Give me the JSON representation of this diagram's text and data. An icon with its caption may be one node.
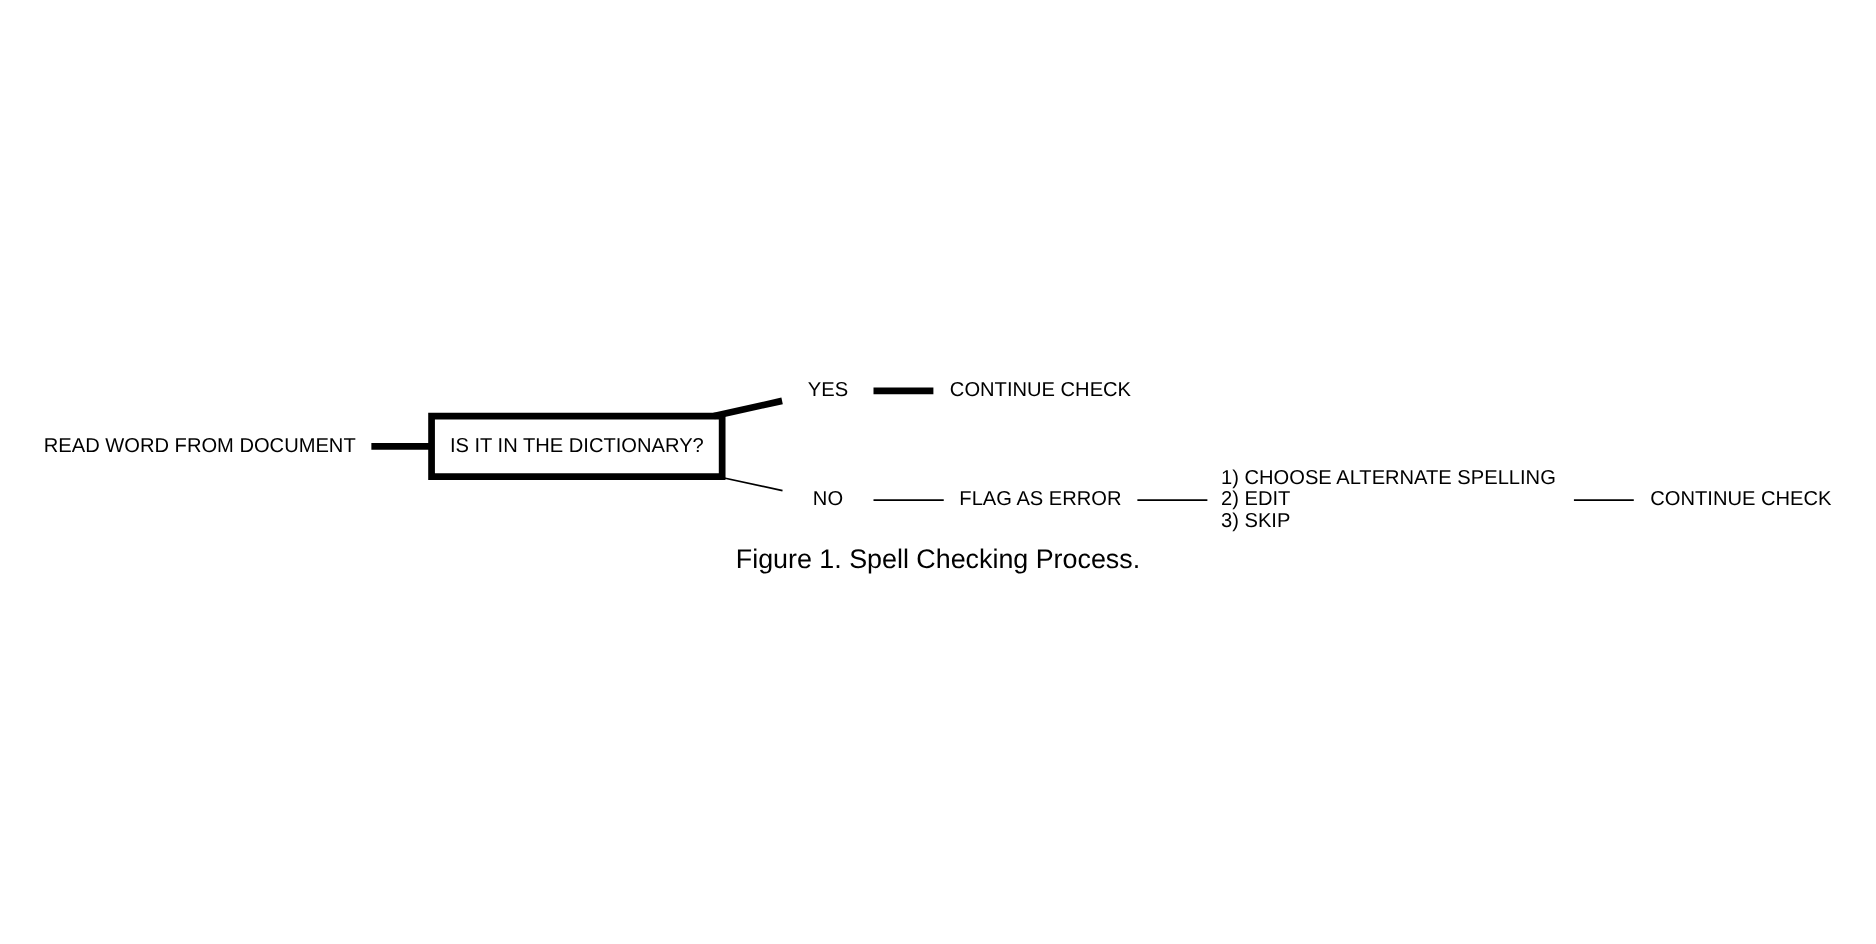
{
  "diagram": {
    "caption": "Figure 1. Spell Checking Process.",
    "nodes": [
      {
        "text": [
          "READ WORD FROM DOCUMENT"
        ]
      },
      {
        "text": [
          "IS IT IN THE DICTIONARY?"
        ]
      },
      {
        "text": [
          "YES"
        ]
      },
      {
        "text": [
          "CONTINUE CHECK"
        ]
      },
      {
        "text": [
          "NO"
        ]
      },
      {
        "text": [
          "FLAG AS ERROR"
        ]
      },
      {
        "text": [
          "1) CHOOSE ALTERNATE SPELLING",
          "2) EDIT",
          "3) SKIP"
        ]
      },
      {
        "text": [
          "CONTINUE CHECK"
        ]
      }
    ],
    "edges": [
      {
        "from": 0,
        "to": 1,
        "arrow": "none",
        "style": "thick"
      },
      {
        "from": 1,
        "to": 2,
        "arrow": "none",
        "style": "thick"
      },
      {
        "from": 2,
        "to": 3,
        "arrow": "none",
        "style": "thick"
      },
      {
        "from": 1,
        "to": 4,
        "arrow": "none"
      },
      {
        "from": 4,
        "to": 5,
        "arrow": "none"
      },
      {
        "from": 5,
        "to": 6,
        "arrow": "none"
      },
      {
        "from": 6,
        "to": 7,
        "arrow": "none"
      }
    ]
  }
}
